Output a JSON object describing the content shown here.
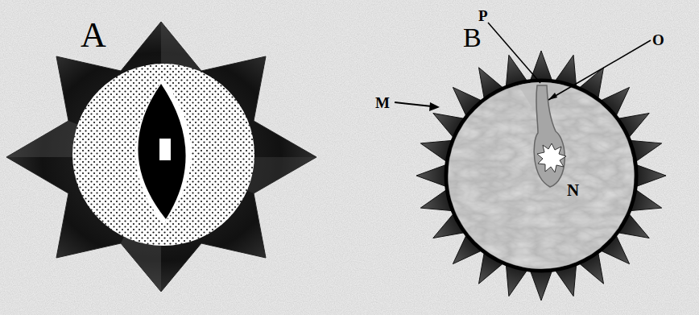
{
  "diagram": {
    "labels": [
      "A",
      "B",
      "P",
      "O",
      "M",
      "N"
    ]
  }
}
